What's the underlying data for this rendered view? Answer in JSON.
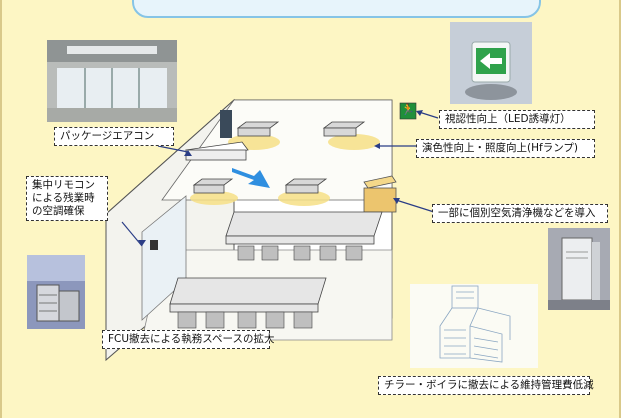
{
  "labels": {
    "package_aircon": "パッケージエアコン",
    "central_remote": "集中リモコンによる残業時の空調確保",
    "led_exit_sign": "視認性向上（LED誘導灯）",
    "hf_lamp": "演色性向上・照度向上(Hfランプ)",
    "air_purifier": "一部に個別空気清浄機などを導入",
    "fcu_removal": "FCU撤去による執務スペースの拡大",
    "chiller_boiler": "チラー・ボイラに撤去による維持管理費低減"
  },
  "sign_glyph": "🏃",
  "colors": {
    "background": "#fdf6c4",
    "top_tab_fill": "#e7f4fb",
    "top_tab_border": "#86c4e6",
    "airflow_arrow": "#2f8fe0",
    "exit_sign_green": "#1f8f3a",
    "light_glow": "#f6df86"
  }
}
